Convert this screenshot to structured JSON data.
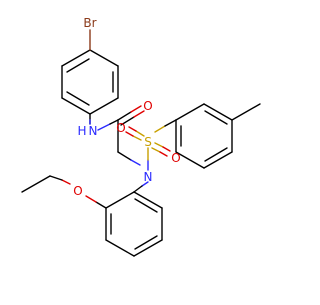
{
  "molecule": {
    "atoms": {
      "br": "Br",
      "nh": "N",
      "h": "H",
      "o_carbonyl": "O",
      "n_sulfonamide": "N",
      "s": "S",
      "o_s_left": "O",
      "o_s_right": "O",
      "o_ether": "O"
    }
  },
  "colors": {
    "carbon_bond": "#000000",
    "nitrogen": "#2a2aff",
    "oxygen": "#e00000",
    "sulfur": "#c8a000",
    "bromine": "#8b3a1a"
  }
}
